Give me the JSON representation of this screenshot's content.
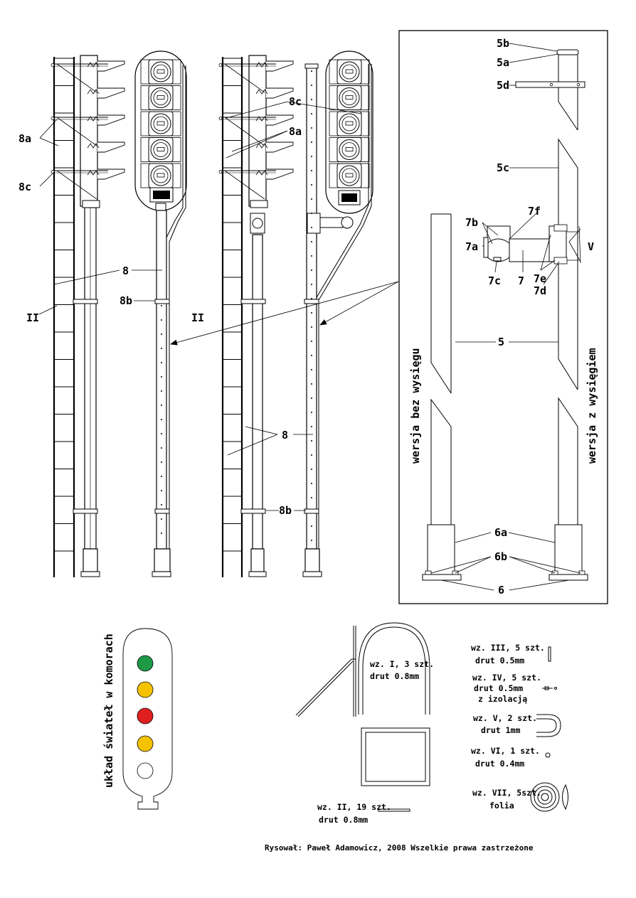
{
  "labels": {
    "l8a_left": "8a",
    "l8c_left": "8c",
    "l8_a": "8",
    "l8b_a": "8b",
    "lII_a": "II",
    "lII_b": "II",
    "l8c_mid": "8c",
    "l8a_mid": "8a",
    "l8_b": "8",
    "l8b_b": "8b"
  },
  "detail": {
    "l5b": "5b",
    "l5a": "5a",
    "l5d": "5d",
    "l5c": "5c",
    "l7b": "7b",
    "l7f": "7f",
    "l7a": "7a",
    "lV": "V",
    "l7c": "7c",
    "l7": "7",
    "l7e": "7e",
    "l7d": "7d",
    "l5": "5",
    "l6a": "6a",
    "l6b": "6b",
    "l6": "6",
    "version_left": "wersja bez wysięgu",
    "version_right": "wersja z wysięgiem"
  },
  "lights": {
    "caption": "układ świateł w komorach",
    "colors": [
      "#1e9a46",
      "#f5c200",
      "#e02020",
      "#f5c200",
      "#ffffff"
    ]
  },
  "parts": {
    "wz1": [
      "wz. I, 3 szt.",
      "drut 0.8mm"
    ],
    "wz2": [
      "wz. II, 19 szt.",
      "drut 0.8mm"
    ],
    "wz3": [
      "wz. III, 5 szt.",
      "drut 0.5mm"
    ],
    "wz4": [
      "wz. IV, 5 szt.",
      "drut 0.5mm",
      "z izolacją"
    ],
    "wz5": [
      "wz. V, 2 szt.",
      "drut 1mm"
    ],
    "wz6": [
      "wz. VI, 1 szt.",
      "drut 0.4mm"
    ],
    "wz7": [
      "wz. VII, 5szt.",
      "folia"
    ]
  },
  "credit": "Rysował: Paweł Adamowicz, 2008     Wszelkie prawa zastrzeżone"
}
